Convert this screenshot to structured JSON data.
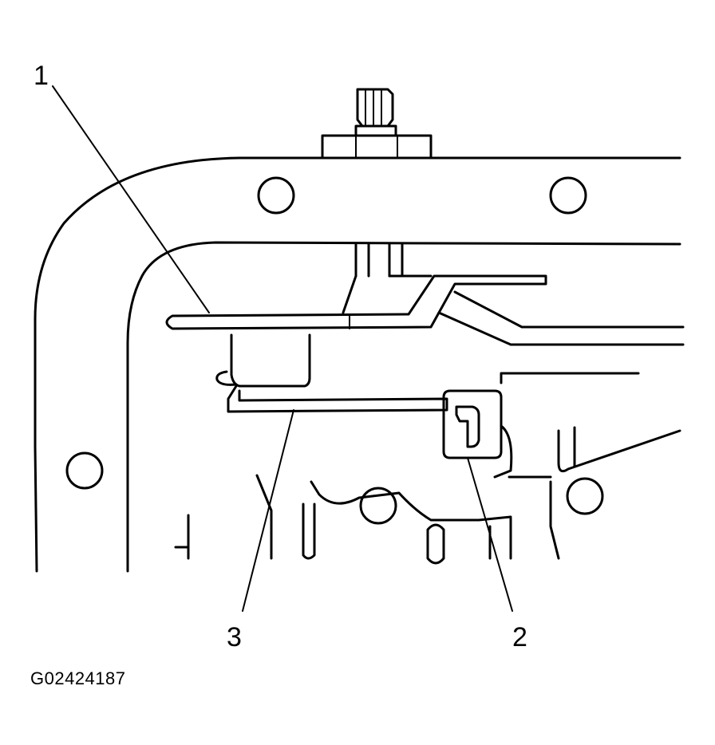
{
  "callouts": [
    {
      "id": "1",
      "label": "1"
    },
    {
      "id": "2",
      "label": "2"
    },
    {
      "id": "3",
      "label": "3"
    }
  ],
  "figure_code": "G02424187"
}
